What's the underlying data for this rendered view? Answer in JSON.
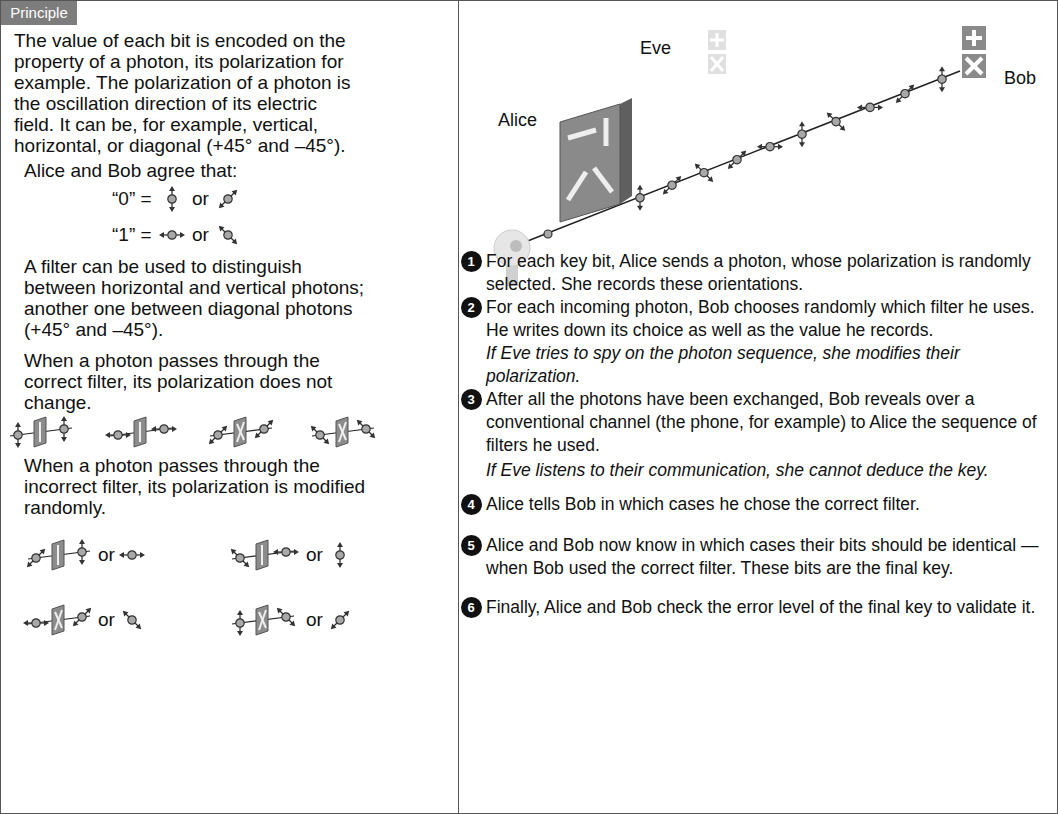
{
  "diagram": {
    "nodes": [
      {
        "text": [
          "Principle"
        ]
      },
      {
        "text": [
          "1"
        ]
      },
      {
        "text": [
          "2"
        ]
      },
      {
        "text": [
          "3"
        ]
      },
      {
        "text": [
          "4"
        ]
      },
      {
        "text": [
          "5"
        ]
      },
      {
        "text": [
          "6"
        ]
      }
    ],
    "labels": [
      "The value of each bit is encoded on the property of a photon, its polarization for example. The polarization of a photon is the oscillation direction of its electric field. It can be, for example, vertical, horizontal, or diagonal (+45° and –45°).",
      "Alice and Bob agree that:",
      "“0” =",
      "or",
      "“1” =",
      "or",
      "A filter can be used to distinguish between horizontal and vertical photons; another one between diagonal photons (+45° and –45°).",
      "When a photon passes through the correct filter, its polarization does not change.",
      "When a photon passes through the incorrect filter, its polarization is modified randomly.",
      "or",
      "or",
      "or",
      "or",
      "Eve",
      "Bob",
      "Alice",
      "For each key bit, Alice sends a photon, whose polarization is randomly selected. She records these orientations.",
      "For each incoming photon, Bob chooses randomly which filter he uses. He writes down its choice as well as the value he records.",
      "If Eve tries to spy on the photon sequence, she modifies their polarization.",
      "After all the photons have been exchanged, Bob reveals over a conventional channel (the phone, for example) to Alice the sequence of filters he used.",
      "If Eve listens to their communication, she cannot deduce the key.",
      "Alice tells Bob in which cases he chose the correct filter.",
      "Alice and Bob now know in which cases their bits should be identical —when Bob used the correct filter. These bits are the final key.",
      "Finally, Alice and Bob check the error level of the final key to validate it."
    ]
  }
}
